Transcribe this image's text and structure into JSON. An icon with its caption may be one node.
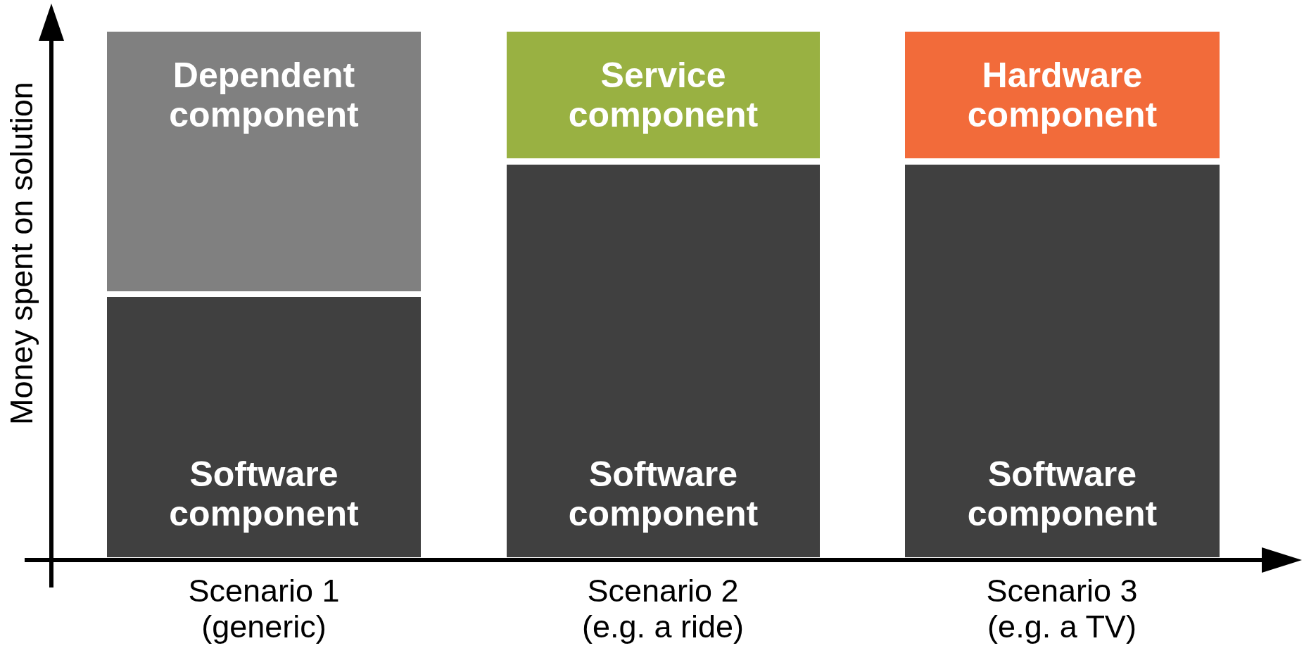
{
  "diagram": {
    "nodes": [
      {
        "text": [
          "Dependent component"
        ]
      },
      {
        "text": [
          "Software component"
        ]
      },
      {
        "text": [
          "Service component"
        ]
      },
      {
        "text": [
          "Software component"
        ]
      },
      {
        "text": [
          "Hardware component"
        ]
      },
      {
        "text": [
          "Software component"
        ]
      }
    ],
    "labels": [
      "Money spent on solution",
      "Scenario 1",
      "(generic)",
      "Scenario 2",
      "(e.g. a ride)",
      "Scenario 3",
      "(e.g. a TV)"
    ]
  }
}
